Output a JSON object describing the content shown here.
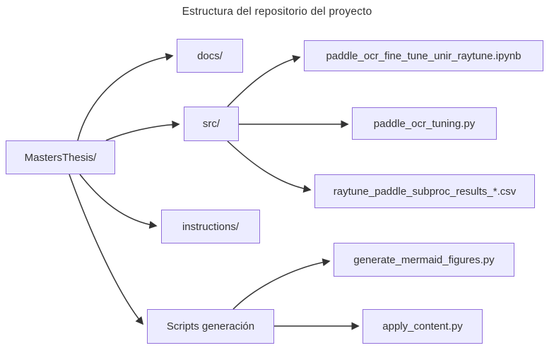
{
  "diagram": {
    "title": "Estructura del repositorio del proyecto",
    "type": "flowchart-left-to-right",
    "colors": {
      "node_fill": "#ECECFF",
      "node_border": "#9370DB",
      "edge": "#333333",
      "text": "#333333",
      "background": "#FFFFFF"
    },
    "nodes": {
      "root": {
        "label": "MastersThesis/"
      },
      "docs": {
        "label": "docs/"
      },
      "src": {
        "label": "src/"
      },
      "instructions": {
        "label": "instructions/"
      },
      "scripts": {
        "label": "Scripts generación"
      },
      "ipynb": {
        "label": "paddle_ocr_fine_tune_unir_raytune.ipynb"
      },
      "tuning": {
        "label": "paddle_ocr_tuning.py"
      },
      "csv": {
        "label": "raytune_paddle_subproc_results_*.csv"
      },
      "genfig": {
        "label": "generate_mermaid_figures.py"
      },
      "apply": {
        "label": "apply_content.py"
      }
    },
    "edges": [
      {
        "from": "MastersThesis/",
        "to": "docs/"
      },
      {
        "from": "MastersThesis/",
        "to": "src/"
      },
      {
        "from": "MastersThesis/",
        "to": "instructions/"
      },
      {
        "from": "MastersThesis/",
        "to": "Scripts generación"
      },
      {
        "from": "src/",
        "to": "paddle_ocr_fine_tune_unir_raytune.ipynb"
      },
      {
        "from": "src/",
        "to": "paddle_ocr_tuning.py"
      },
      {
        "from": "src/",
        "to": "raytune_paddle_subproc_results_*.csv"
      },
      {
        "from": "Scripts generación",
        "to": "generate_mermaid_figures.py"
      },
      {
        "from": "Scripts generación",
        "to": "apply_content.py"
      }
    ]
  }
}
